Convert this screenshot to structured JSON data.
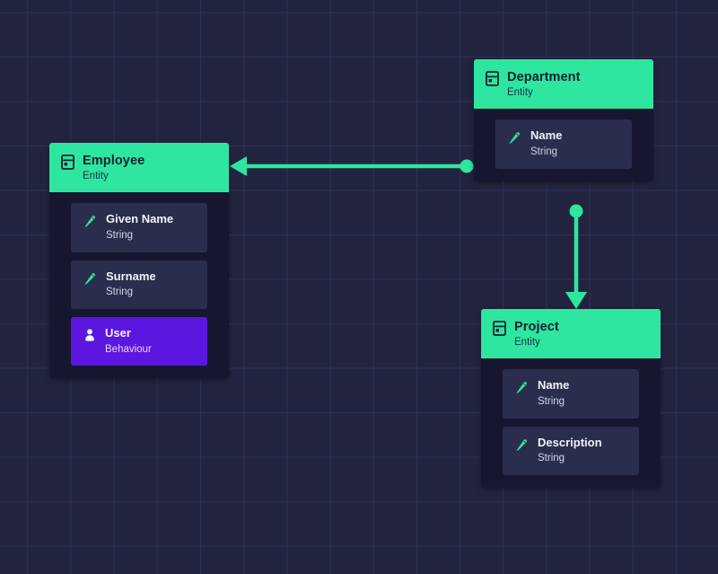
{
  "canvas": {
    "background_color": "#22243f",
    "grid_line_color": "#2f3155",
    "accent_color": "#2ee6a0",
    "behaviour_color": "#5b16e0",
    "card_color": "#161631",
    "row_color": "#2b2d4c"
  },
  "nodes": [
    {
      "id": "employee",
      "title": "Employee",
      "subtitle": "Entity",
      "icon": "entity-icon",
      "fields": [
        {
          "name": "Given Name",
          "type": "String",
          "icon": "pencil-icon",
          "kind": "attribute"
        },
        {
          "name": "Surname",
          "type": "String",
          "icon": "pencil-icon",
          "kind": "attribute"
        },
        {
          "name": "User",
          "type": "Behaviour",
          "icon": "person-icon",
          "kind": "behaviour"
        }
      ]
    },
    {
      "id": "department",
      "title": "Department",
      "subtitle": "Entity",
      "icon": "entity-icon",
      "fields": [
        {
          "name": "Name",
          "type": "String",
          "icon": "pencil-icon",
          "kind": "attribute"
        }
      ]
    },
    {
      "id": "project",
      "title": "Project",
      "subtitle": "Entity",
      "icon": "entity-icon",
      "fields": [
        {
          "name": "Name",
          "type": "String",
          "icon": "pencil-icon",
          "kind": "attribute"
        },
        {
          "name": "Description",
          "type": "String",
          "icon": "pencil-icon",
          "kind": "attribute"
        }
      ]
    }
  ],
  "edges": [
    {
      "id": "department-to-employee",
      "from": "department",
      "to": "employee",
      "direction": "left",
      "color": "#2ee6a0"
    },
    {
      "id": "department-to-project",
      "from": "department",
      "to": "project",
      "direction": "down",
      "color": "#2ee6a0"
    }
  ]
}
